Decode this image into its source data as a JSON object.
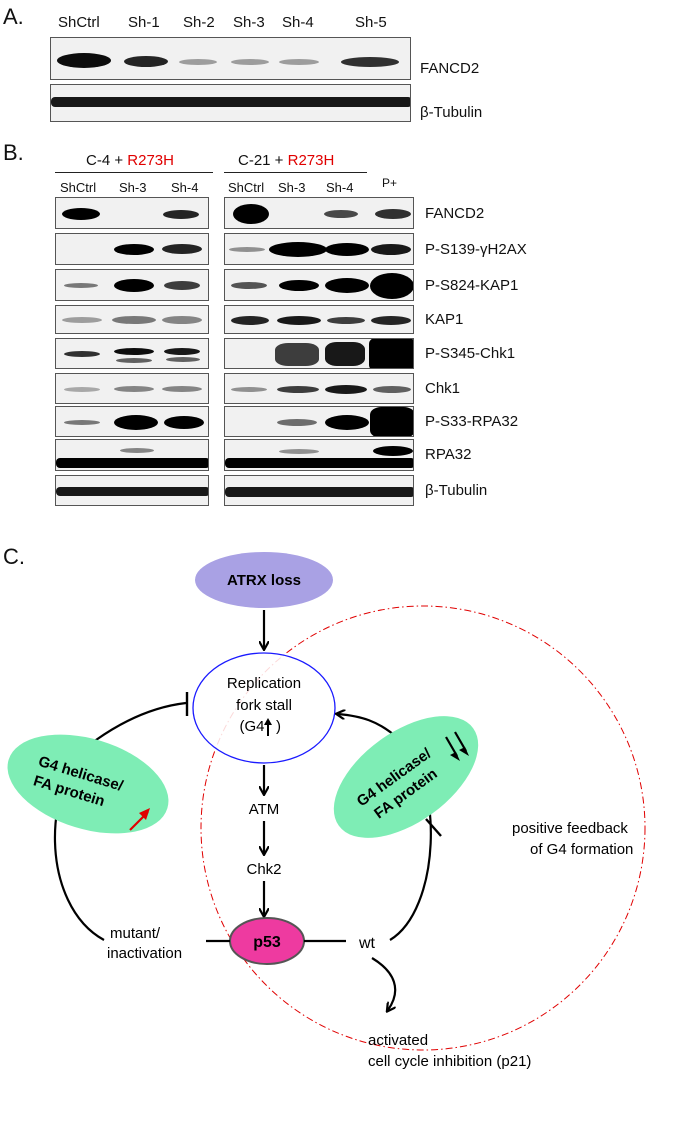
{
  "panel_a": {
    "label": "A.",
    "lanes": [
      "ShCtrl",
      "Sh-1",
      "Sh-2",
      "Sh-3",
      "Sh-4",
      "Sh-5"
    ],
    "rows": [
      "FANCD2",
      "β-Tubulin"
    ]
  },
  "panel_b": {
    "label": "B.",
    "group1": {
      "prefix": "C-4 + ",
      "mutation": "R273H",
      "lanes": [
        "ShCtrl",
        "Sh-3",
        "Sh-4"
      ]
    },
    "group2": {
      "prefix": "C-21 + ",
      "mutation": "R273H",
      "lanes": [
        "ShCtrl",
        "Sh-3",
        "Sh-4",
        "P+"
      ]
    },
    "rows": [
      "FANCD2",
      "P-S139-γH2AX",
      "P-S824-KAP1",
      "KAP1",
      "P-S345-Chk1",
      "Chk1",
      "P-S33-RPA32",
      "RPA32",
      "β-Tubulin"
    ]
  },
  "panel_c": {
    "label": "C.",
    "atrx": "ATRX loss",
    "replication_lines": [
      "Replication",
      "fork stall",
      "(G4"
    ],
    "atm": "ATM",
    "chk2": "Chk2",
    "p53": "p53",
    "left_helicase": [
      "G4 helicase/",
      "FA protein"
    ],
    "right_helicase": [
      "G4 helicase/",
      "FA protein"
    ],
    "mutant": [
      "mutant/",
      "inactivation"
    ],
    "wt": "wt",
    "feedback": [
      "positive feedback",
      "of G4 formation"
    ],
    "activated": [
      "activated",
      "cell cycle inhibition (p21)"
    ],
    "colors": {
      "atrx_fill": "#a9a1e4",
      "helicase_fill": "#7eedb5",
      "p53_fill": "#ee3aa0",
      "circle_stroke": "#1a1aff",
      "feedback_stroke": "#e00000",
      "arrow_red": "#e00000"
    }
  }
}
